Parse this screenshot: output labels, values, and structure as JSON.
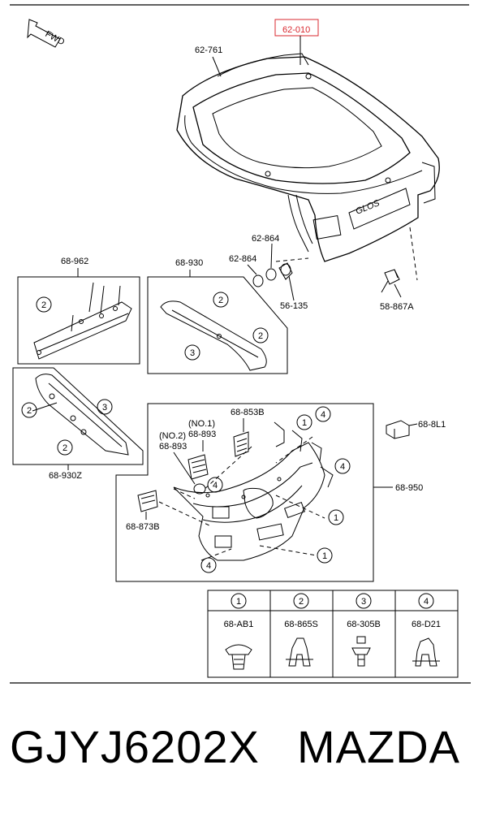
{
  "direction_label": "FWD",
  "main_part": "62-010",
  "labels": {
    "hatch_seal": "62-761",
    "plug_a": "62-864",
    "plug_b": "62-864",
    "bumper": "56-135",
    "bracket_cover": "58-867A",
    "spoiler": "68-962",
    "garnish": "68-930",
    "garnish_z": "68-930Z",
    "clip_b": "68-853B",
    "clip_no1_tag": "(NO.1)",
    "clip_no1": "68-893",
    "clip_no2_tag": "(NO.2)",
    "clip_no2": "68-893",
    "clip_873b": "68-873B",
    "clip_8l1": "68-8L1",
    "trim_panel": "68-950"
  },
  "callout_numbers": [
    "1",
    "2",
    "3",
    "4"
  ],
  "fasteners_table": [
    {
      "num": "1",
      "code": "68-AB1"
    },
    {
      "num": "2",
      "code": "68-865S"
    },
    {
      "num": "3",
      "code": "68-305B"
    },
    {
      "num": "4",
      "code": "68-D21"
    }
  ],
  "footer": {
    "part_number": "GJYJ6202X",
    "brand": "MAZDA"
  }
}
